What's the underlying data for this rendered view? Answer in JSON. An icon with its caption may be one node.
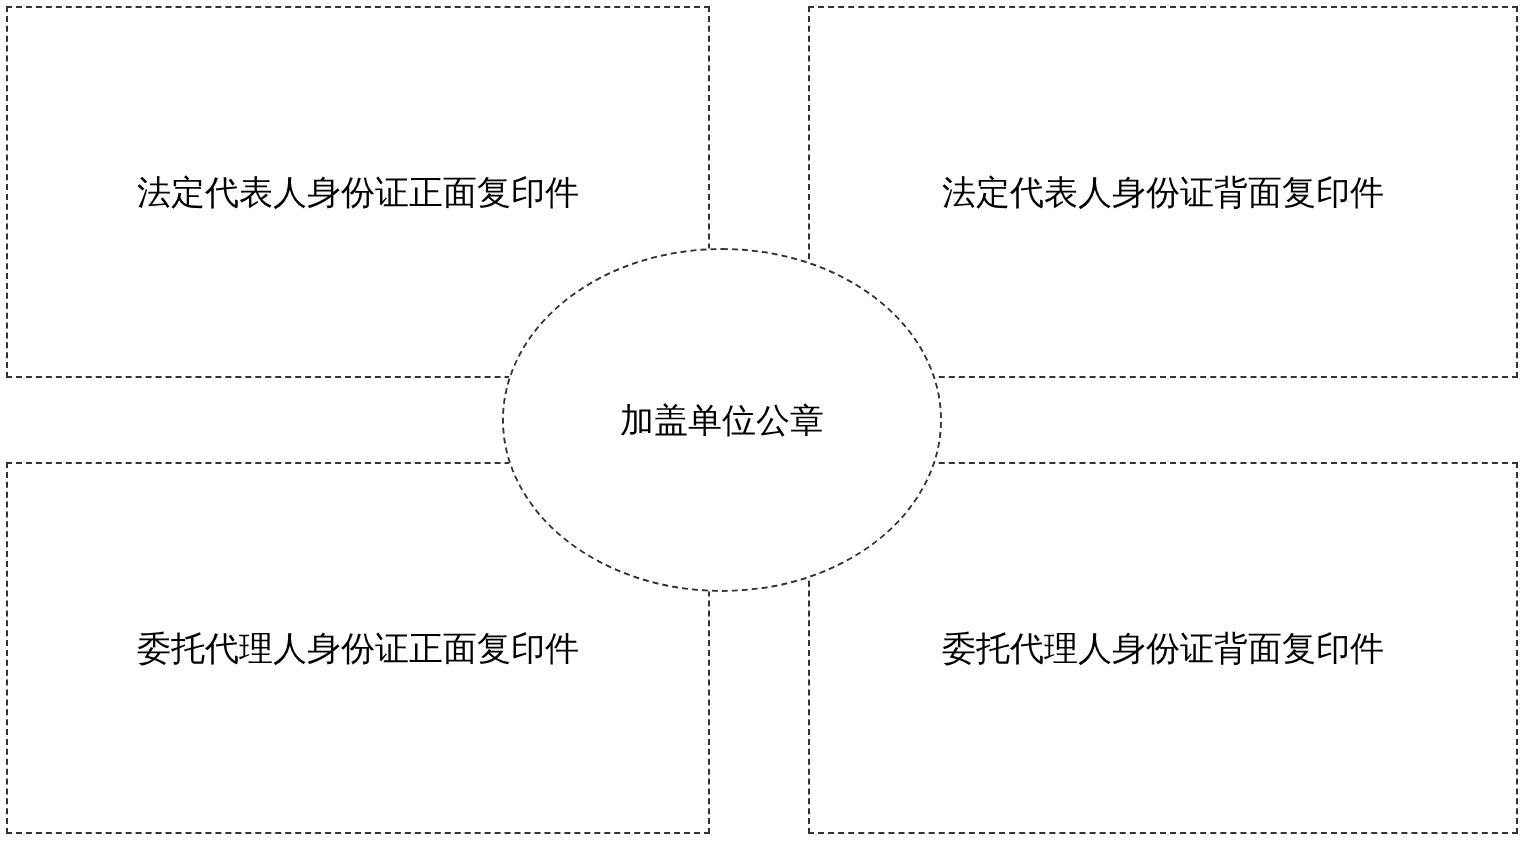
{
  "diagram": {
    "nodes": [
      {
        "text": [
          "法定代表人身份证正面复印件"
        ]
      },
      {
        "text": [
          "法定代表人身份证背面复印件"
        ]
      },
      {
        "text": [
          "加盖单位公章"
        ]
      },
      {
        "text": [
          "委托代理人身份证正面复印件"
        ]
      },
      {
        "text": [
          "委托代理人身份证背面复印件"
        ]
      }
    ]
  }
}
